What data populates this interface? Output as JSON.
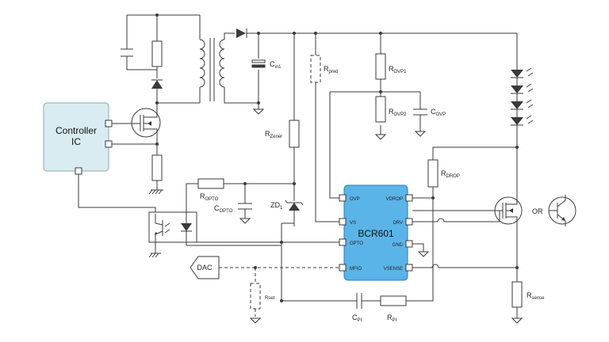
{
  "controller": {
    "line1": "Controller",
    "line2": "IC"
  },
  "ic": {
    "name": "BCR601",
    "pins_left": [
      "OVP",
      "VS",
      "OPTO",
      "MFIO"
    ],
    "pins_right": [
      "VDROP",
      "DRV",
      "GND",
      "VSENSE"
    ]
  },
  "labels": {
    "c_in": {
      "main": "C",
      "sub": "in1"
    },
    "r_pred": {
      "main": "R",
      "sub": "pred"
    },
    "r_ovp1": {
      "main": "R",
      "sub": "OVP1"
    },
    "r_ovp2": {
      "main": "R",
      "sub": "OVP2"
    },
    "c_ovp": {
      "main": "C",
      "sub": "OVP"
    },
    "r_zener": {
      "main": "R",
      "sub": "Zener"
    },
    "r_drop": {
      "main": "R",
      "sub": "DROP"
    },
    "r_opto": {
      "main": "R",
      "sub": "OPTO"
    },
    "c_opto": {
      "main": "C",
      "sub": "OPTO"
    },
    "zd1": {
      "main": "ZD",
      "sub": "1"
    },
    "dac": "DAC",
    "r_set": "Rset",
    "c_pi": {
      "main": "C",
      "sub": "PI"
    },
    "r_pi": {
      "main": "R",
      "sub": "PI"
    },
    "r_sense": {
      "main": "R",
      "sub": "sense"
    },
    "or": "OR"
  },
  "colors": {
    "ic_fill": "#5ab4e8",
    "controller_fill": "#d9ecf1",
    "wire": "#3a3a3a"
  }
}
